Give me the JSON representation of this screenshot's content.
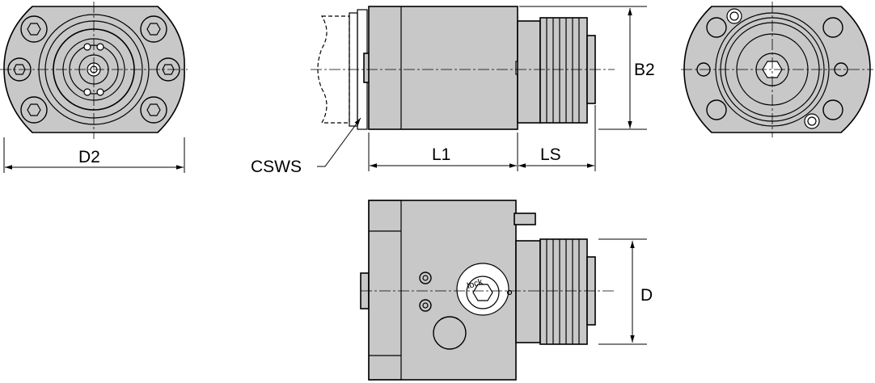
{
  "labels": {
    "d2": "D2",
    "b2": "B2",
    "cswS": "CSWS",
    "l1": "L1",
    "ls": "LS",
    "d": "D",
    "lock": "lock"
  },
  "colors": {
    "body": "#c8c8c8",
    "line": "#000000",
    "background": "#ffffff"
  }
}
